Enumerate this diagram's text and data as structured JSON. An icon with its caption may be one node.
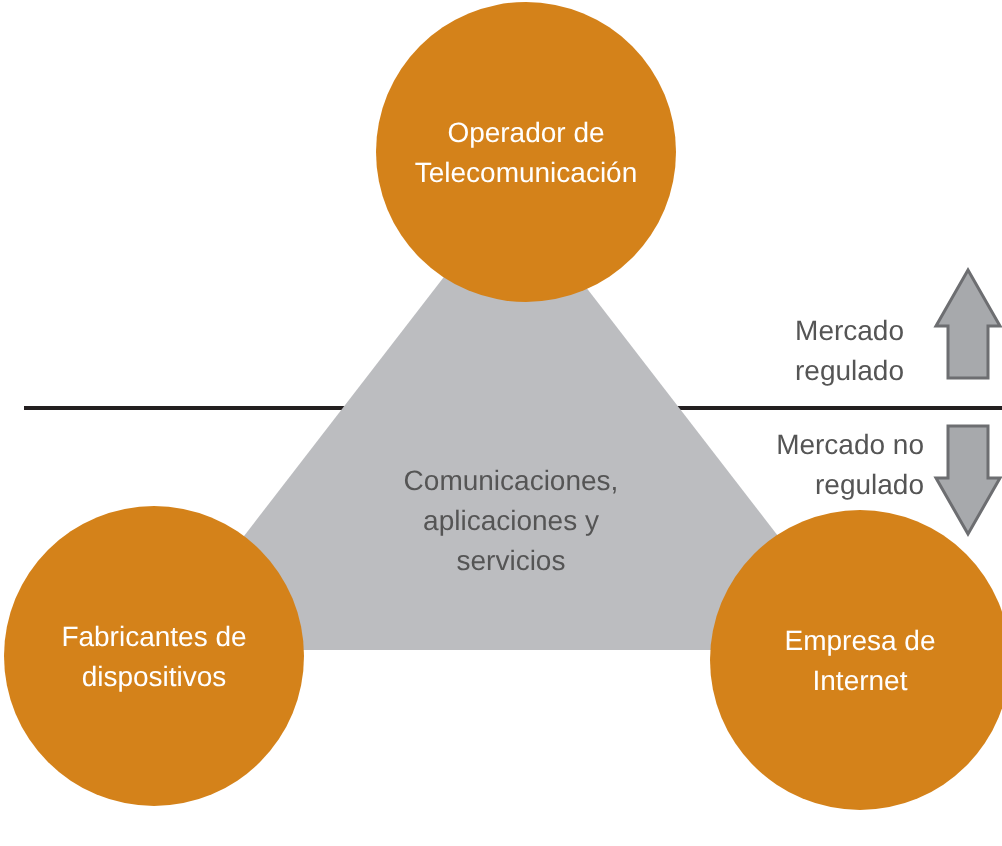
{
  "diagram": {
    "nodes": [
      {
        "text": [
          "Operador de Telecomunicación"
        ]
      },
      {
        "text": [
          "Comunicaciones, aplicaciones y servicios"
        ]
      },
      {
        "text": [
          "Fabricantes de dispositivos"
        ]
      },
      {
        "text": [
          "Empresa de Internet"
        ]
      }
    ],
    "labels": [
      "Mercado regulado",
      "Mercado no regulado"
    ]
  }
}
